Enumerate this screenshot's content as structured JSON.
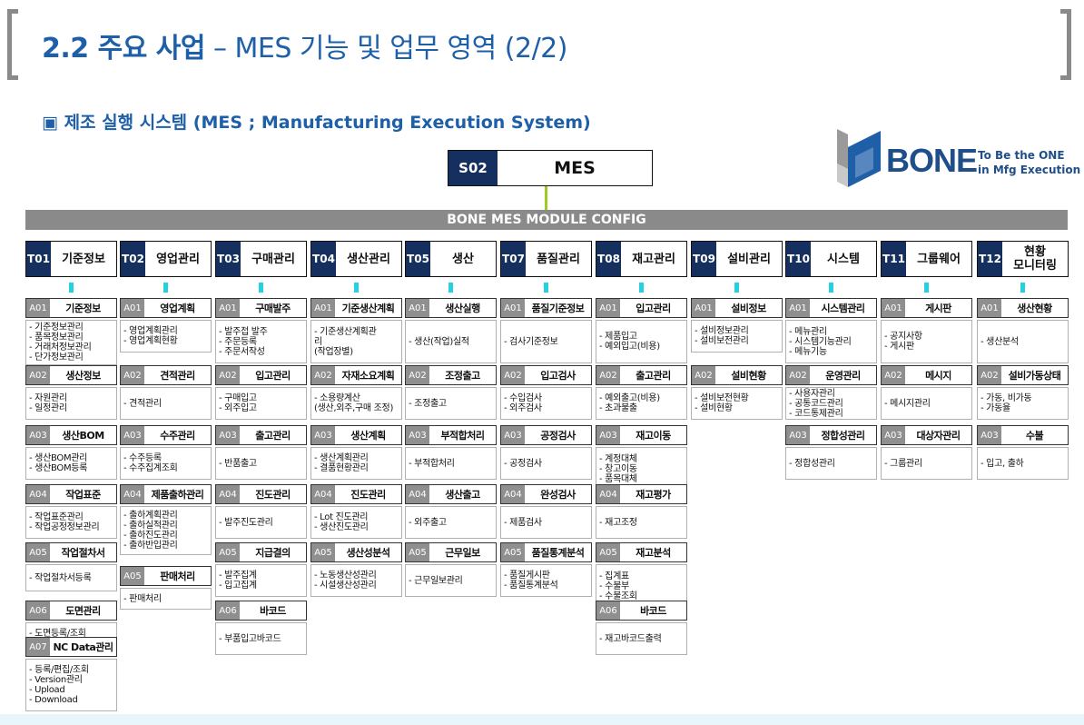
{
  "header": {
    "title_bold": "2.2 주요 사업",
    "title_rest": " – MES 기능 및 업무 영역 (2/2)",
    "subtitle": "▣ 제조 실행 시스템 (MES ; Manufacturing Execution System)"
  },
  "root": {
    "code": "S02",
    "name": "MES"
  },
  "logo": {
    "brand": "BONE",
    "tagline1": "To Be the ONE",
    "tagline2": "in Mfg Execution"
  },
  "banner": "BONE MES MODULE CONFIG",
  "colors": {
    "accent": "#1d5fa8",
    "navy": "#15305f",
    "banner_gray": "#8a8a8a",
    "connector_green": "#9ccc1f",
    "connector_cyan": "#25d0e0"
  },
  "columns": [
    {
      "code": "T01",
      "name": "기준정보",
      "modules": [
        {
          "code": "A01",
          "name": "기준정보",
          "items": [
            "- 기준정보관리",
            "- 품목정보관리",
            "- 거래처정보관리",
            "- 단가정보관리"
          ]
        },
        {
          "code": "A02",
          "name": "생산정보",
          "items": [
            "- 자원관리",
            "- 일정관리"
          ]
        },
        {
          "code": "A03",
          "name": "생산BOM",
          "items": [
            "- 생산BOM관리",
            "- 생산BOM등록"
          ]
        },
        {
          "code": "A04",
          "name": "작업표준",
          "items": [
            "- 작업표준관리",
            "- 작업공정정보관리"
          ]
        },
        {
          "code": "A05",
          "name": "작업절차서",
          "items": [
            "- 작업절차서등록"
          ]
        },
        {
          "code": "A06",
          "name": "도면관리",
          "items": [
            "- 도면등록/조회"
          ]
        },
        {
          "code": "A07",
          "name": "NC Data관리",
          "items": [
            "- 등록/편집/조회",
            "- Version관리",
            "- Upload",
            "- Download"
          ]
        }
      ]
    },
    {
      "code": "T02",
      "name": "영업관리",
      "modules": [
        {
          "code": "A01",
          "name": "영업계획",
          "items": [
            "- 영업계획관리",
            "- 영업계획현황"
          ]
        },
        {
          "code": "A02",
          "name": "견적관리",
          "items": [
            "- 견적관리"
          ]
        },
        {
          "code": "A03",
          "name": "수주관리",
          "items": [
            "- 수주등록",
            "- 수주집계조회"
          ]
        },
        {
          "code": "A04",
          "name": "제품출하관리",
          "items": [
            "- 출하계획관리",
            "- 출하실적관리",
            "- 출하진도관리",
            "- 출하반입관리"
          ]
        },
        {
          "code": "A05",
          "name": "판매처리",
          "items": [
            "- 판매처리"
          ]
        }
      ]
    },
    {
      "code": "T03",
      "name": "구매관리",
      "modules": [
        {
          "code": "A01",
          "name": "구매발주",
          "items": [
            "- 발주접 발주",
            "- 주문등록",
            "- 주문서작성"
          ]
        },
        {
          "code": "A02",
          "name": "입고관리",
          "items": [
            "- 구매입고",
            "- 외주입고"
          ]
        },
        {
          "code": "A03",
          "name": "출고관리",
          "items": [
            "- 반품출고"
          ]
        },
        {
          "code": "A04",
          "name": "진도관리",
          "items": [
            "- 발주진도관리"
          ]
        },
        {
          "code": "A05",
          "name": "지급결의",
          "items": [
            "- 발주집계",
            "- 입고집계"
          ]
        },
        {
          "code": "A06",
          "name": "바코드",
          "items": [
            "- 부품입고바코드"
          ]
        }
      ]
    },
    {
      "code": "T04",
      "name": "생산관리",
      "modules": [
        {
          "code": "A01",
          "name": "기준생산계획",
          "items": [
            "- 기준생산계획관",
            "리",
            "(작업장별)"
          ]
        },
        {
          "code": "A02",
          "name": "자재소요계획",
          "items": [
            "- 소용량계산",
            "(생산,외주,구매 조정)"
          ]
        },
        {
          "code": "A03",
          "name": "생산계획",
          "items": [
            "- 생산계획관리",
            "- 결품현황관리"
          ]
        },
        {
          "code": "A04",
          "name": "진도관리",
          "items": [
            "- Lot 진도관리",
            "- 생산진도관리"
          ]
        },
        {
          "code": "A05",
          "name": "생산성분석",
          "items": [
            "- 노동생산성관리",
            "- 시설생산성관리"
          ]
        }
      ]
    },
    {
      "code": "T05",
      "name": "생산",
      "modules": [
        {
          "code": "A01",
          "name": "생산실행",
          "items": [
            "- 생산(작업)실적"
          ]
        },
        {
          "code": "A02",
          "name": "조정출고",
          "items": [
            "- 조정출고"
          ]
        },
        {
          "code": "A03",
          "name": "부적합처리",
          "items": [
            "- 부적합처리"
          ]
        },
        {
          "code": "A04",
          "name": "생산출고",
          "items": [
            "- 외주출고"
          ]
        },
        {
          "code": "A05",
          "name": "근무일보",
          "items": [
            "- 근무일보관리"
          ]
        }
      ]
    },
    {
      "code": "T07",
      "name": "품질관리",
      "modules": [
        {
          "code": "A01",
          "name": "품질기준정보",
          "items": [
            "- 검사기준정보"
          ]
        },
        {
          "code": "A02",
          "name": "입고검사",
          "items": [
            "- 수입검사",
            "- 외주검사"
          ]
        },
        {
          "code": "A03",
          "name": "공정검사",
          "items": [
            "- 공정검사"
          ]
        },
        {
          "code": "A04",
          "name": "완성검사",
          "items": [
            "- 제품검사"
          ]
        },
        {
          "code": "A05",
          "name": "품질통계분석",
          "items": [
            "- 품질게시판",
            "- 품질통계분석"
          ]
        }
      ]
    },
    {
      "code": "T08",
      "name": "재고관리",
      "modules": [
        {
          "code": "A01",
          "name": "입고관리",
          "items": [
            "- 제품입고",
            "- 예외입고(비용)"
          ]
        },
        {
          "code": "A02",
          "name": "출고관리",
          "items": [
            "- 예외출고(비용)",
            "- 초과불출"
          ]
        },
        {
          "code": "A03",
          "name": "재고이동",
          "items": [
            "- 계정대체",
            "- 창고이동",
            "- 품목대체"
          ]
        },
        {
          "code": "A04",
          "name": "재고평가",
          "items": [
            "- 재고조정"
          ]
        },
        {
          "code": "A05",
          "name": "재고분석",
          "items": [
            "- 집계표",
            "- 수불부",
            "- 수불조회"
          ]
        },
        {
          "code": "A06",
          "name": "바코드",
          "items": [
            "- 재고바코드출력"
          ]
        }
      ]
    },
    {
      "code": "T09",
      "name": "설비관리",
      "modules": [
        {
          "code": "A01",
          "name": "설비정보",
          "items": [
            "- 설비정보관리",
            "- 설비보전관리"
          ]
        },
        {
          "code": "A02",
          "name": "설비현황",
          "items": [
            "- 설비보전현황",
            "- 설비현황"
          ]
        }
      ]
    },
    {
      "code": "T10",
      "name": "시스템",
      "modules": [
        {
          "code": "A01",
          "name": "시스템관리",
          "items": [
            "- 메뉴관리",
            "- 시스템기능관리",
            "- 메뉴기능"
          ]
        },
        {
          "code": "A02",
          "name": "운영관리",
          "items": [
            "- 사용자관리",
            "- 공통코드관리",
            "- 코드통제관리"
          ]
        },
        {
          "code": "A03",
          "name": "정합성관리",
          "items": [
            "- 정합성관리"
          ]
        }
      ]
    },
    {
      "code": "T11",
      "name": "그룹웨어",
      "modules": [
        {
          "code": "A01",
          "name": "게시판",
          "items": [
            "- 공지사항",
            "- 게시판"
          ]
        },
        {
          "code": "A02",
          "name": "메시지",
          "items": [
            "- 메시지관리"
          ]
        },
        {
          "code": "A03",
          "name": "대상자관리",
          "items": [
            "- 그룹관리"
          ]
        }
      ]
    },
    {
      "code": "T12",
      "name": "현황\n모니터링",
      "modules": [
        {
          "code": "A01",
          "name": "생산현황",
          "items": [
            "- 생산분석"
          ]
        },
        {
          "code": "A02",
          "name": "설비가동상태",
          "items": [
            "- 가동, 비가동",
            "- 가동율"
          ]
        },
        {
          "code": "A03",
          "name": "수불",
          "items": [
            "- 입고, 출하"
          ]
        }
      ]
    }
  ]
}
